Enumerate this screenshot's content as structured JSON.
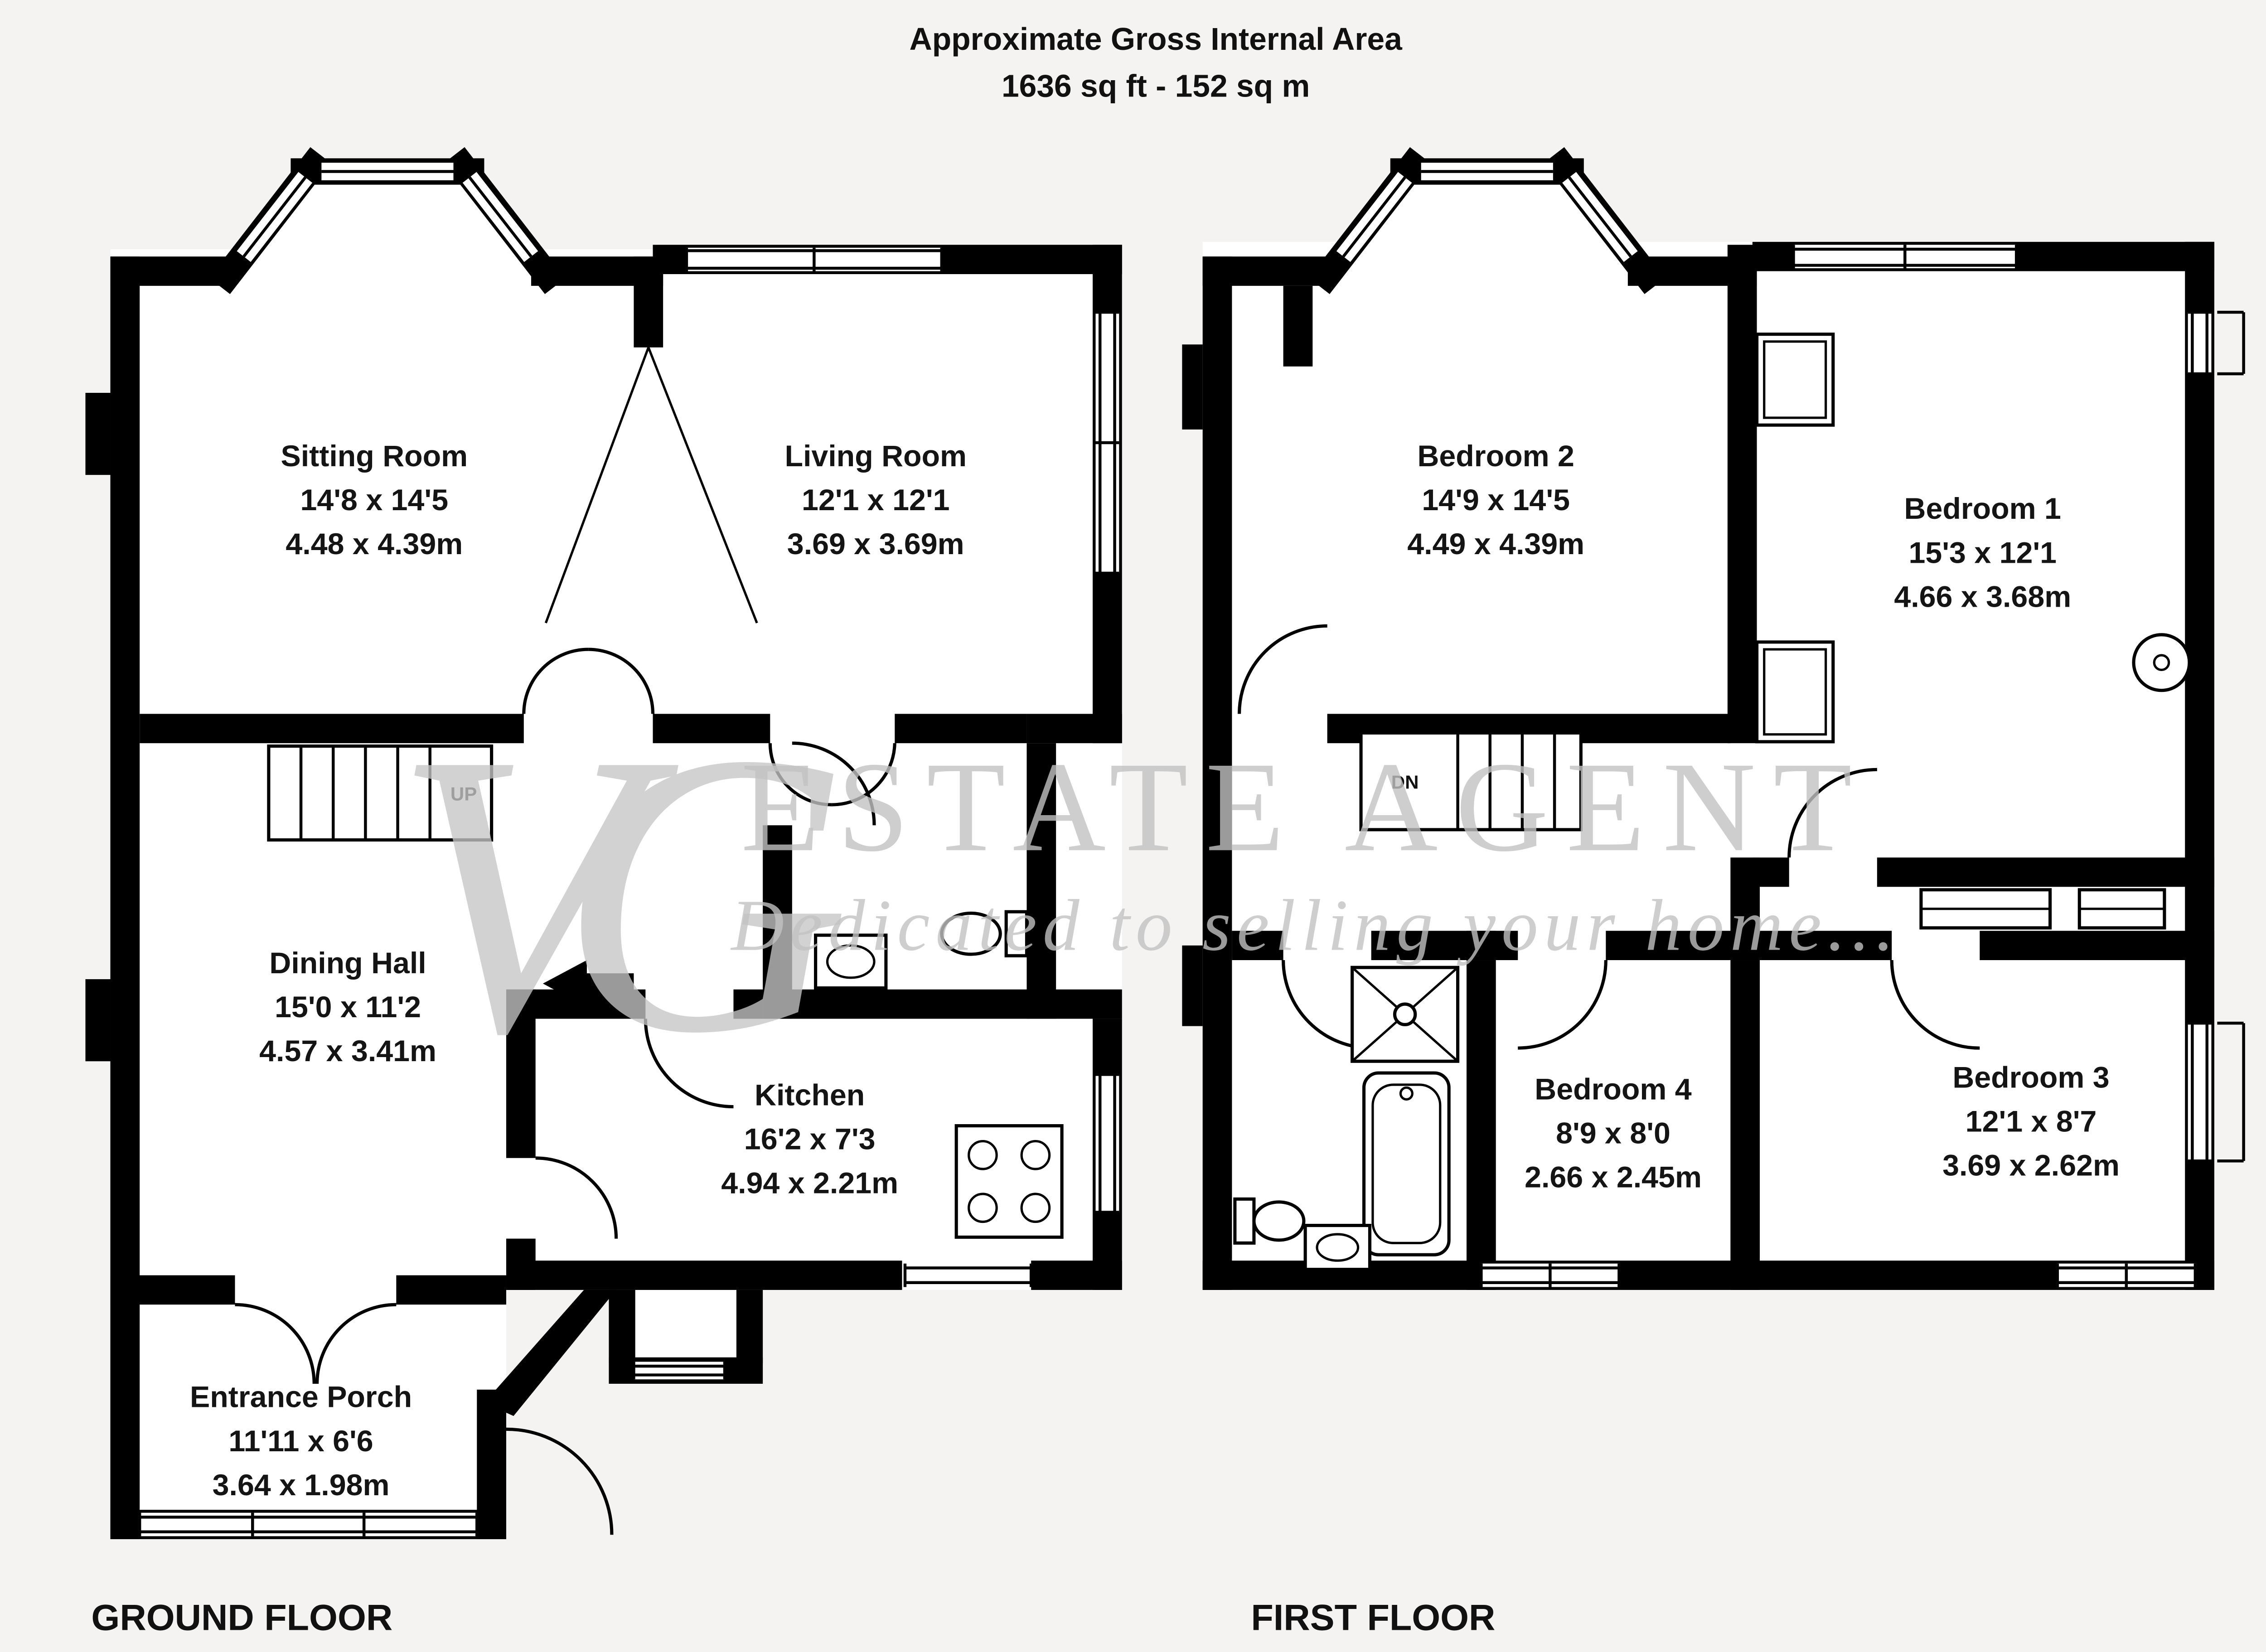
{
  "header": {
    "title": "Approximate Gross Internal Area",
    "subtitle": "1636 sq ft - 152 sq m"
  },
  "watermark": {
    "monogram": "VG",
    "name": "ESTATE AGENT",
    "tagline": "Dedicated to selling your home..."
  },
  "ground_floor": {
    "label": "GROUND FLOOR",
    "stairs_label": "UP",
    "rooms": [
      {
        "name": "Sitting Room",
        "imperial": "14'8 x 14'5",
        "metric": "4.48 x 4.39m"
      },
      {
        "name": "Living Room",
        "imperial": "12'1 x 12'1",
        "metric": "3.69 x 3.69m"
      },
      {
        "name": "Dining Hall",
        "imperial": "15'0 x 11'2",
        "metric": "4.57 x 3.41m"
      },
      {
        "name": "Kitchen",
        "imperial": "16'2 x 7'3",
        "metric": "4.94 x 2.21m"
      },
      {
        "name": "Entrance Porch",
        "imperial": "11'11 x 6'6",
        "metric": "3.64 x 1.98m"
      }
    ]
  },
  "first_floor": {
    "label": "FIRST FLOOR",
    "stairs_label": "DN",
    "rooms": [
      {
        "name": "Bedroom 2",
        "imperial": "14'9 x 14'5",
        "metric": "4.49 x 4.39m"
      },
      {
        "name": "Bedroom 1",
        "imperial": "15'3 x 12'1",
        "metric": "4.66 x 3.68m"
      },
      {
        "name": "Bedroom 4",
        "imperial": "8'9 x 8'0",
        "metric": "2.66 x 2.45m"
      },
      {
        "name": "Bedroom 3",
        "imperial": "12'1 x 8'7",
        "metric": "3.69 x 2.62m"
      }
    ]
  },
  "colors": {
    "wall": "#000000",
    "background": "#f4f3f1",
    "interior": "#ffffff",
    "watermark": "#c4c4c4",
    "text": "#141414"
  }
}
